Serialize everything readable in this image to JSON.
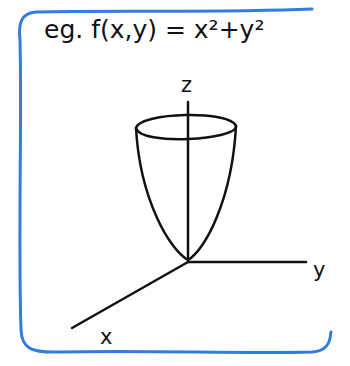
{
  "diagram": {
    "labels": [
      "eg. f(x,y) = x²+y²",
      "z",
      "y",
      "x"
    ]
  }
}
